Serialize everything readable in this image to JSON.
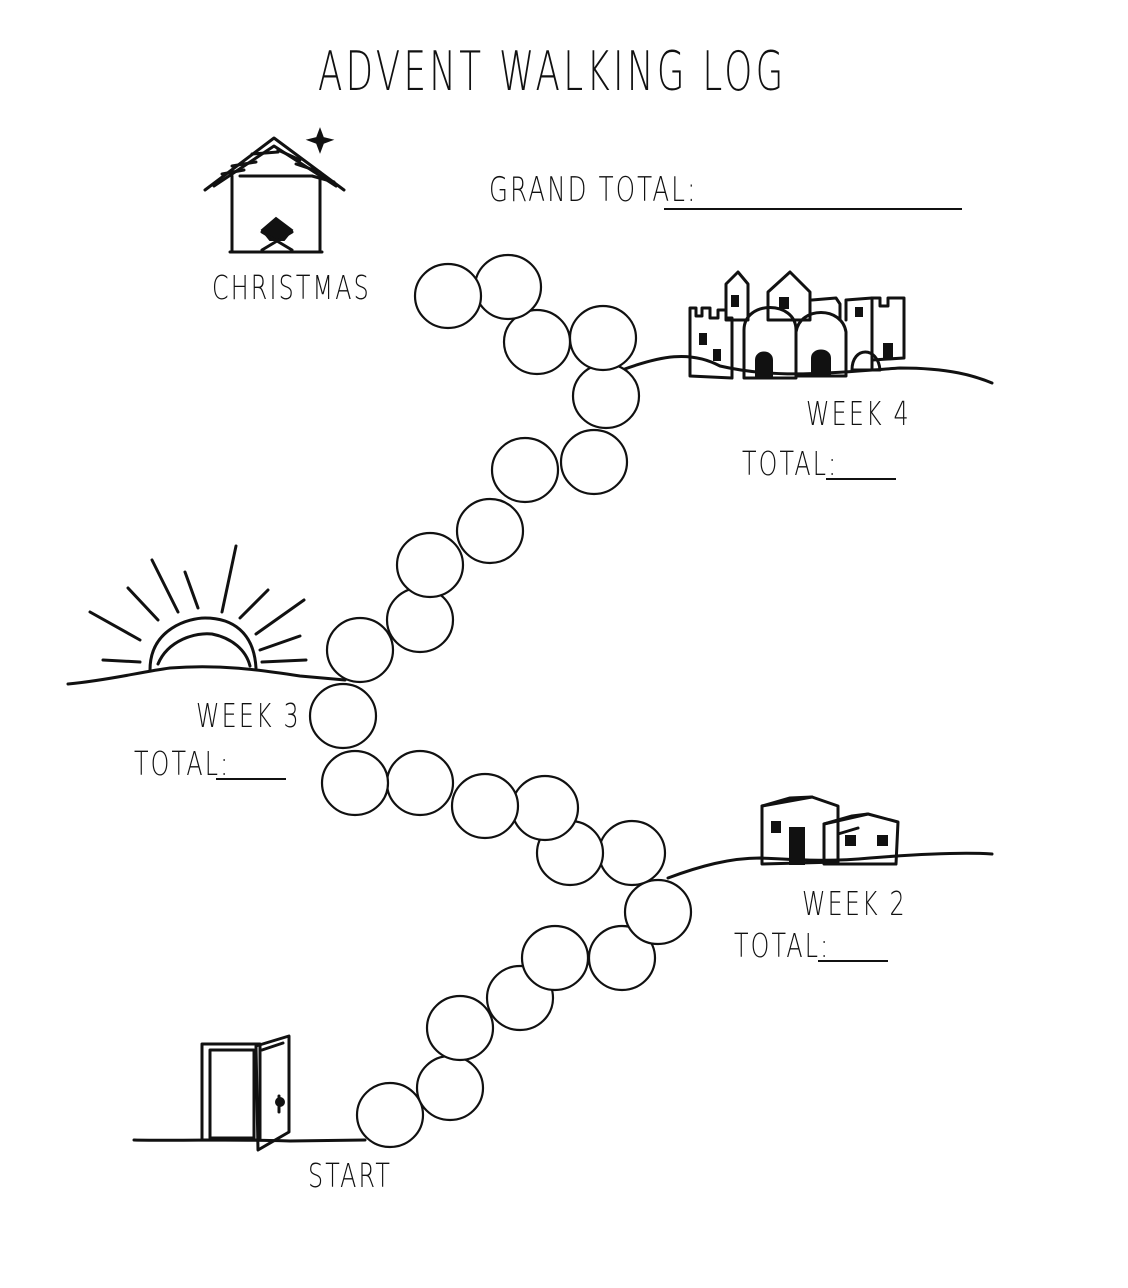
{
  "title": "ADVENT WALKING LOG",
  "grand_total_label": "GRAND TOTAL:",
  "milestones": {
    "start": "START",
    "christmas": "CHRISTMAS",
    "week2": {
      "label": "WEEK 2",
      "total_label": "TOTAL:"
    },
    "week3": {
      "label": "WEEK 3",
      "total_label": "TOTAL:"
    },
    "week4": {
      "label": "WEEK 4",
      "total_label": "TOTAL:"
    }
  },
  "day_circle_count": 25,
  "icons": [
    "open-door-icon",
    "houses-icon",
    "sunrise-icon",
    "city-icon",
    "nativity-stable-icon",
    "star-icon"
  ]
}
